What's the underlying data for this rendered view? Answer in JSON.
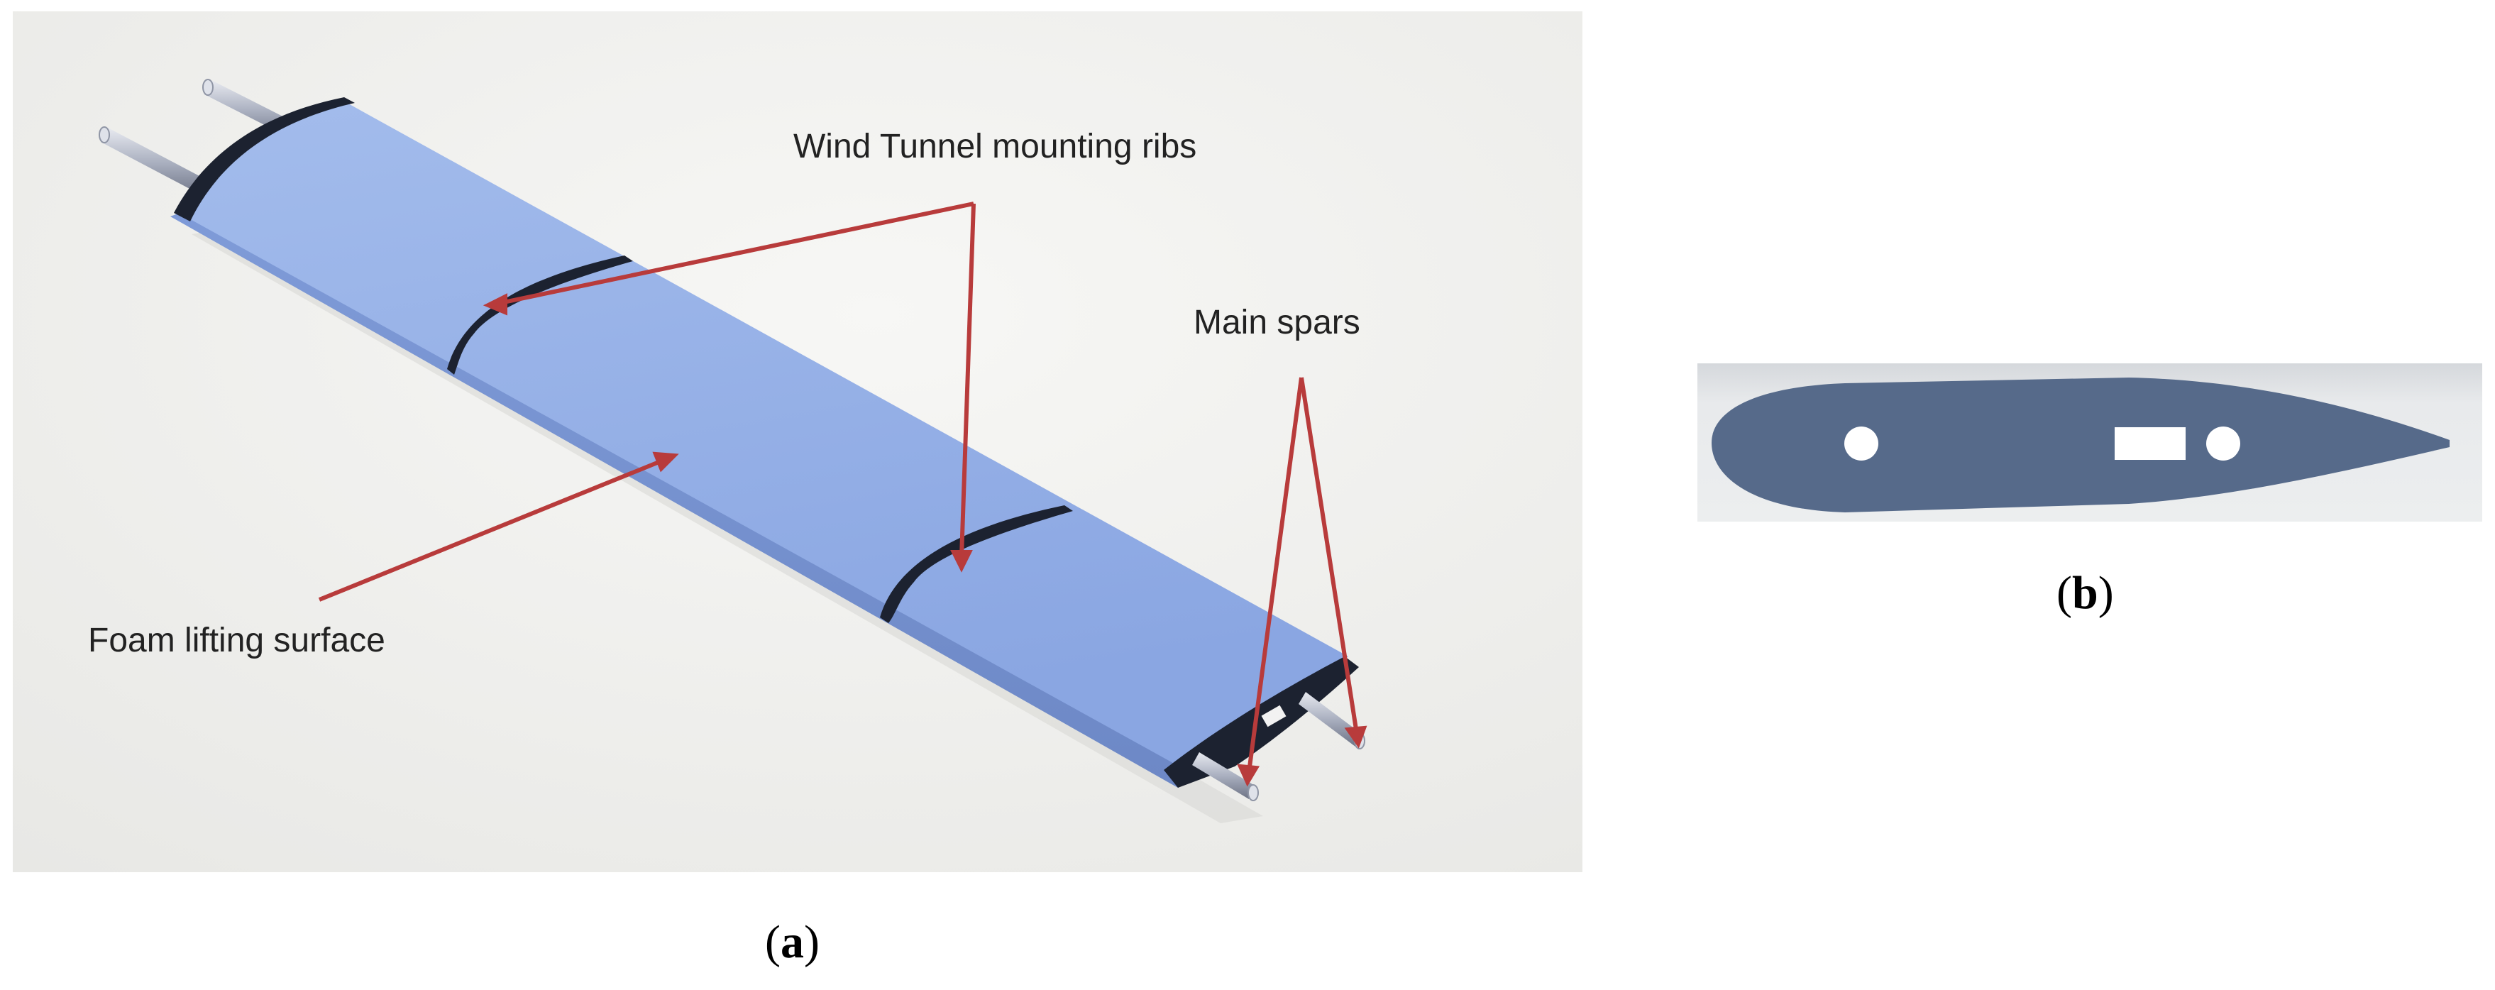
{
  "panel_a": {
    "labels": {
      "mounting_ribs": "Wind Tunnel mounting ribs",
      "main_spars": "Main spars",
      "foam_surface": "Foam lifting surface"
    },
    "caption_letter": "a"
  },
  "panel_b": {
    "caption_letter": "b"
  },
  "colors": {
    "wing_blue": "#93aee6",
    "rib_dark": "#1c2230",
    "arrow_red": "#b83b3b",
    "airfoil_section": "#566a8a",
    "section_background": "#dfe2e6"
  }
}
